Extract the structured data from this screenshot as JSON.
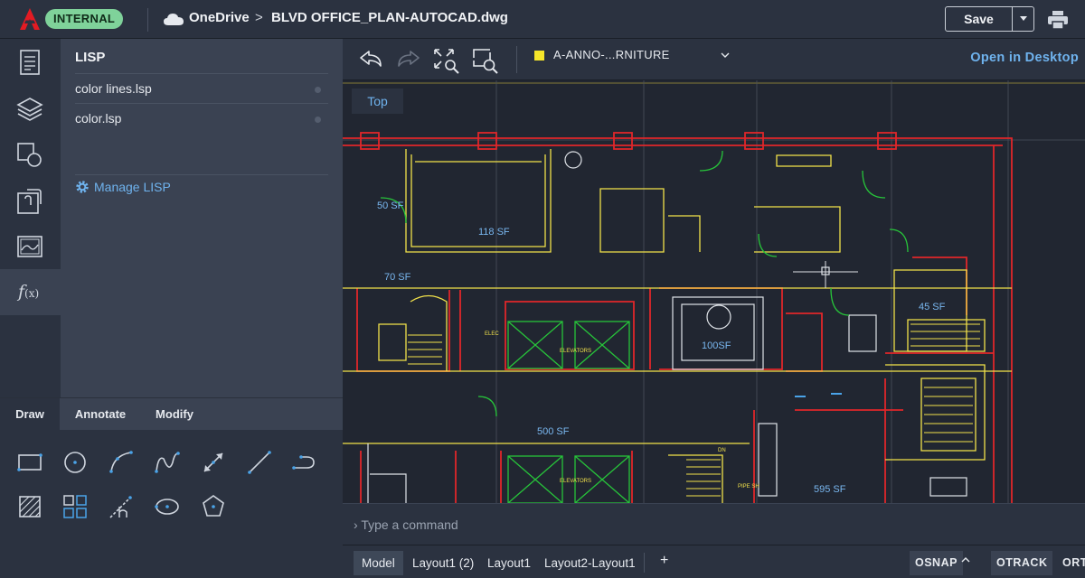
{
  "header": {
    "badge": "INTERNAL",
    "service": "OneDrive",
    "separator": ">",
    "filename": "BLVD OFFICE_PLAN-AUTOCAD.dwg",
    "save_label": "Save"
  },
  "rail": {
    "items": [
      "properties-icon",
      "layers-icon",
      "blocks-icon",
      "xref-icon",
      "images-icon",
      "lisp-icon"
    ],
    "lisp_glyph": "f",
    "lisp_sub": "(x)"
  },
  "lisp": {
    "title": "LISP",
    "files": [
      {
        "name": "color lines.lsp"
      },
      {
        "name": "color.lsp"
      }
    ],
    "manage_label": "Manage LISP"
  },
  "tools": {
    "tabs": [
      "Draw",
      "Annotate",
      "Modify"
    ],
    "active_tab": "Draw",
    "row1": [
      "rectangle-icon",
      "circle-icon",
      "arc-icon",
      "spline-icon",
      "dimension-icon",
      "line-icon",
      "polyline-icon"
    ],
    "row2": [
      "hatch-icon",
      "array-icon",
      "trim-icon",
      "ellipse-icon",
      "polygon-icon"
    ]
  },
  "viewbar": {
    "layer": "A-ANNO-...RNITURE",
    "layer_color": "#f6e62a",
    "open_desktop": "Open in Desktop"
  },
  "canvas": {
    "view": "Top",
    "area_labels": [
      {
        "text": "50 SF"
      },
      {
        "text": "118 SF"
      },
      {
        "text": "70 SF"
      },
      {
        "text": "100SF"
      },
      {
        "text": "45 SF"
      },
      {
        "text": "500 SF"
      },
      {
        "text": "595 SF"
      }
    ],
    "small_labels": [
      "ELEC",
      "ELEVATORS",
      "ELEVATORS",
      "PIPE SH",
      "DN"
    ]
  },
  "command": {
    "placeholder": "Type a command"
  },
  "bottom": {
    "layouts": [
      "Model",
      "Layout1 (2)",
      "Layout1",
      "Layout2-Layout1"
    ],
    "active_layout": "Model",
    "add": "+",
    "status": [
      "OSNAP",
      "OTRACK",
      "ORT"
    ]
  },
  "colors": {
    "accent": "#6fb3ee",
    "wall_red": "#e0262a",
    "wall_yellow": "#f2e24a",
    "elevator_green": "#27c43a"
  }
}
